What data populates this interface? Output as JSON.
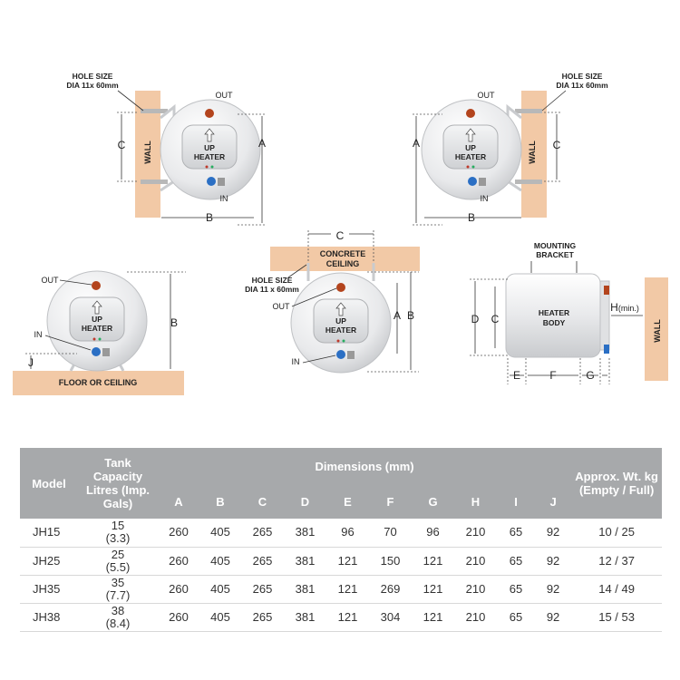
{
  "diagrams": {
    "hole_size_lines": [
      "HOLE SIZE",
      "DIA 11x 60mm"
    ],
    "hole_size_lines_alt": [
      "HOLE SIZE",
      "DIA 11 x 60mm"
    ],
    "out_label": "OUT",
    "in_label": "IN",
    "panel_lines": [
      "UP",
      "HEATER"
    ],
    "wall_label": "WALL",
    "floor_label": "FLOOR OR CEILING",
    "ceiling_lines": [
      "CONCRETE",
      "CEILING"
    ],
    "mounting_lines": [
      "MOUNTING",
      "BRACKET"
    ],
    "body_lines": [
      "HEATER",
      "BODY"
    ],
    "h_label": "H",
    "h_suffix": "(min.)",
    "dims": {
      "a": "A",
      "b": "B",
      "c": "C",
      "d": "D",
      "e": "E",
      "f": "F",
      "g": "G",
      "j": "J"
    },
    "colors": {
      "tank": "#e8e9eb",
      "wall": "#f2c9a6",
      "out_valve": "#b3441d",
      "in_valve": "#2b6fc4",
      "header": "#a7a9ab"
    }
  },
  "table": {
    "headers": {
      "model": "Model",
      "capacity": "Tank Capacity Litres (Imp. Gals)",
      "dimensions": "Dimensions (mm)",
      "weight": "Approx. Wt. kg (Empty / Full)"
    },
    "dim_cols": [
      "A",
      "B",
      "C",
      "D",
      "E",
      "F",
      "G",
      "H",
      "I",
      "J"
    ],
    "rows": [
      {
        "model": "JH15",
        "litres": "15",
        "gals": "(3.3)",
        "dims": [
          "260",
          "405",
          "265",
          "381",
          "96",
          "70",
          "96",
          "210",
          "65",
          "92"
        ],
        "weight": "10 / 25"
      },
      {
        "model": "JH25",
        "litres": "25",
        "gals": "(5.5)",
        "dims": [
          "260",
          "405",
          "265",
          "381",
          "121",
          "150",
          "121",
          "210",
          "65",
          "92"
        ],
        "weight": "12 / 37"
      },
      {
        "model": "JH35",
        "litres": "35",
        "gals": "(7.7)",
        "dims": [
          "260",
          "405",
          "265",
          "381",
          "121",
          "269",
          "121",
          "210",
          "65",
          "92"
        ],
        "weight": "14 / 49"
      },
      {
        "model": "JH38",
        "litres": "38",
        "gals": "(8.4)",
        "dims": [
          "260",
          "405",
          "265",
          "381",
          "121",
          "304",
          "121",
          "210",
          "65",
          "92"
        ],
        "weight": "15 / 53"
      }
    ]
  }
}
